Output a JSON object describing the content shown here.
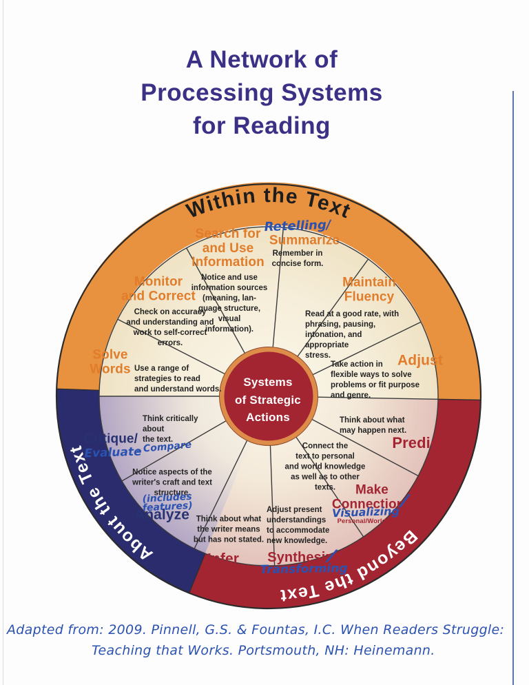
{
  "title": {
    "lines": "A Network of\nProcessing Systems\nfor Reading"
  },
  "colors": {
    "orange_band": "#E8913F",
    "navy_band": "#2A2C6E",
    "red_band": "#A32532",
    "heading_orange": "#E07C2A",
    "heading_red": "#A32532",
    "heading_navy": "#283271",
    "handwriting_blue": "#2B52B0",
    "title_purple": "#3A3187",
    "center_circle": "#A42532"
  },
  "ring": {
    "within": "Within the Text",
    "beyond": "Beyond the Text",
    "about": "About the Text"
  },
  "center": {
    "label": "Systems\nof Strategic\nActions"
  },
  "segments": {
    "search_info": {
      "heading": "Search for\nand Use\nInformation",
      "body": "Notice and use\ninformation sources\n(meaning, lan-\nguage structure,\nvisual\ninformation)."
    },
    "summarize": {
      "handwritten": "Retelling/",
      "heading": "Summarize",
      "body": "Remember in\nconcise form."
    },
    "maintain_fluency": {
      "heading": "Maintain\nFluency",
      "body": "Read at a good rate, with\nphrasing, pausing,\nintonation, and\nappropriate\nstress."
    },
    "adjust": {
      "heading": "Adjust",
      "body": "Take action in\nflexible ways to solve\nproblems or fit purpose\nand genre."
    },
    "predict": {
      "heading": "Predict",
      "body": "Think about what\nmay happen next."
    },
    "make_connections": {
      "heading": "Make\nConnections",
      "handwritten_slash": "/",
      "handwritten": "Visualizing",
      "subheading": "Personal/World/Text",
      "body": "Connect the\ntext to personal\nand world knowledge\nas well as to other\ntexts."
    },
    "synthesize": {
      "heading": "Synthesize",
      "handwritten_slash": "/",
      "handwritten": "Transforming",
      "body": "Adjust present\nunderstandings\nto accommodate\nnew knowledge."
    },
    "infer": {
      "heading": "Infer",
      "body": "Think about what\nthe writer means\nbut has not stated."
    },
    "analyze": {
      "heading": "Analyze",
      "handwritten": "(includes\nfeatures)",
      "body": "Notice aspects of the\nwriter's craft and text\nstructure."
    },
    "critique": {
      "heading": "Critique/",
      "handwritten": "Evaluate",
      "handwritten_note": ". Compare",
      "body": "Think critically\nabout\nthe text."
    },
    "solve_words": {
      "heading": "Solve\nWords",
      "body": "Use a range of\nstrategies to read\nand understand words."
    },
    "monitor_correct": {
      "heading": "Monitor\nand Correct",
      "body": "Check on accuracy\nand understanding and\nwork to self-correct\nerrors."
    }
  },
  "footer": {
    "line1": "Adapted from: 2009. Pinnell, G.S. & Fountas, I.C. When Readers Struggle:",
    "line2": "Teaching that Works. Portsmouth, NH: Heinemann."
  }
}
